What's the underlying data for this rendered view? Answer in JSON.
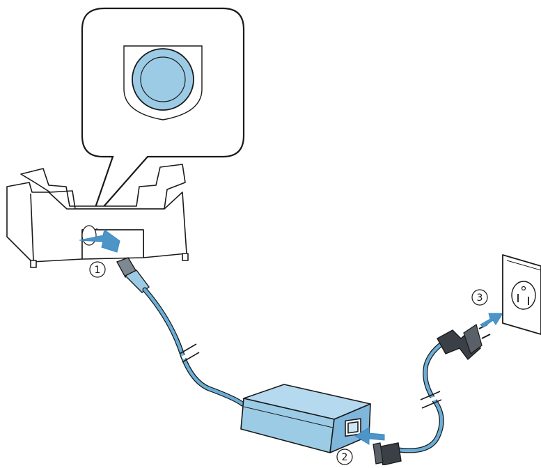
{
  "colors": {
    "accent_fill": "#9ccbe6",
    "accent_dark": "#4d95c6",
    "cable": "#6aaed8",
    "outline": "#1a1a1a",
    "paper": "#ffffff",
    "arrow": "#3b88c4"
  },
  "steps": [
    {
      "id": "step-1",
      "label": "1"
    },
    {
      "id": "step-2",
      "label": "2"
    },
    {
      "id": "step-3",
      "label": "3"
    }
  ],
  "icons": [
    "callout-power-jack-icon",
    "charging-cradle-icon",
    "ac-adapter-icon",
    "power-cord-icon",
    "wall-outlet-icon",
    "insert-arrow-icon"
  ]
}
